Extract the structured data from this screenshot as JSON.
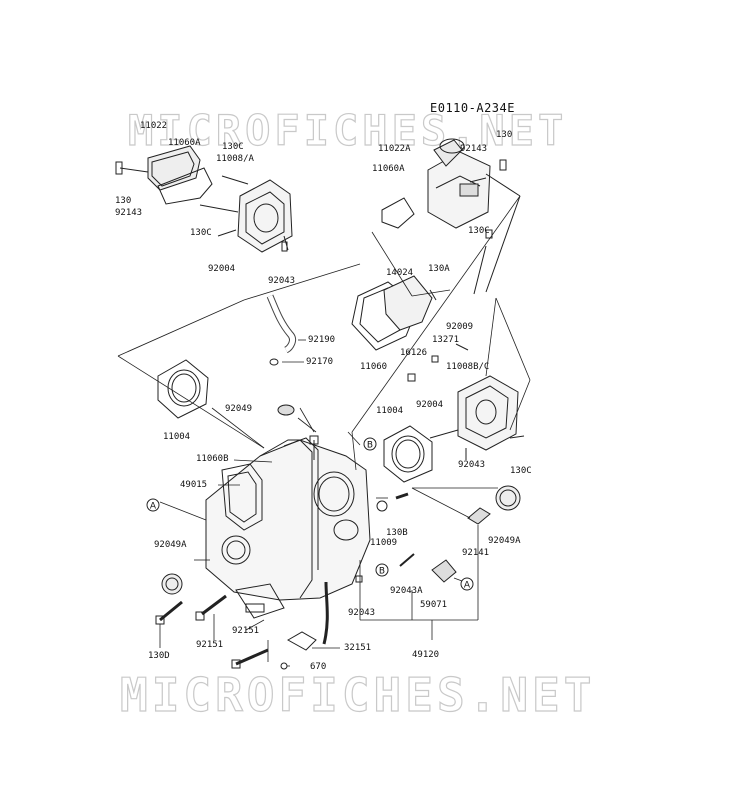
{
  "diagram_code": "E0110-A234E",
  "watermark": "MICROFICHES.NET",
  "callout_markers": [
    "A",
    "B"
  ],
  "part_labels": {
    "p11022": "11022",
    "p11060a_l": "11060A",
    "p130c_1": "130C",
    "p11008a": "11008/A",
    "p130_l": "130",
    "p92143_l": "92143",
    "p130c_2": "130C",
    "p92004_l": "92004",
    "p92043_l": "92043",
    "p11022a": "11022A",
    "p92143_r": "92143",
    "p130_r": "130",
    "p11060a_r": "11060A",
    "p130c_r": "130C",
    "p14024": "14024",
    "p130a": "130A",
    "p92009": "92009",
    "p92190": "92190",
    "p13271": "13271",
    "p16126": "16126",
    "p92170": "92170",
    "p11060": "11060",
    "p11008bc": "11008B/C",
    "p92049": "92049",
    "p11004_l": "11004",
    "p11004_r": "11004",
    "p92004_r": "92004",
    "p11060b": "11060B",
    "p49015": "49015",
    "p92043_r": "92043",
    "p130c_3": "130C",
    "p130b": "130B",
    "p11009": "11009",
    "p92141": "92141",
    "p92049a_r": "92049A",
    "p92049a_l": "92049A",
    "p92043a": "92043A",
    "p59071": "59071",
    "p92043_b": "92043",
    "p130d": "130D",
    "p92151_a": "92151",
    "p92151_b": "92151",
    "p32151": "32151",
    "p670": "670",
    "p49120": "49120"
  }
}
